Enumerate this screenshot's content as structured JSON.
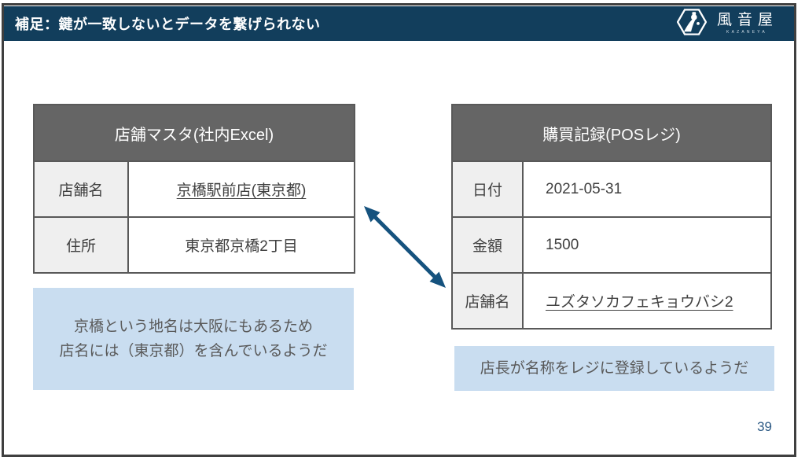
{
  "slide": {
    "header": {
      "title": "補足：鍵が一致しないとデータを繋げられない"
    },
    "logo": {
      "name": "風音屋",
      "subtext": "KAZANEYA"
    },
    "left_table": {
      "title": "店舗マスタ(社内Excel)",
      "rows": [
        {
          "label": "店舗名",
          "value": "京橋駅前店(東京都)"
        },
        {
          "label": "住所",
          "value": "東京都京橋2丁目"
        }
      ]
    },
    "right_table": {
      "title": "購買記録(POSレジ)",
      "rows": [
        {
          "label": "日付",
          "value": "2021-05-31"
        },
        {
          "label": "金額",
          "value": "1500"
        },
        {
          "label": "店舗名",
          "value": "ユズタソカフェキョウバシ2"
        }
      ]
    },
    "left_note": {
      "line1": "京橋という地名は大阪にもあるため",
      "line2": "店名には（東京都）を含んでいるようだ"
    },
    "right_note": {
      "text": "店長が名称をレジに登録しているようだ"
    },
    "page_number": "39",
    "colors": {
      "header_bg": "#123e5c",
      "table_header_bg": "#656565",
      "table_border": "#595959",
      "label_cell_bg": "#efefef",
      "note_bg": "#c9ddf0",
      "arrow": "#15527e",
      "page_number": "#2e5b85"
    }
  }
}
